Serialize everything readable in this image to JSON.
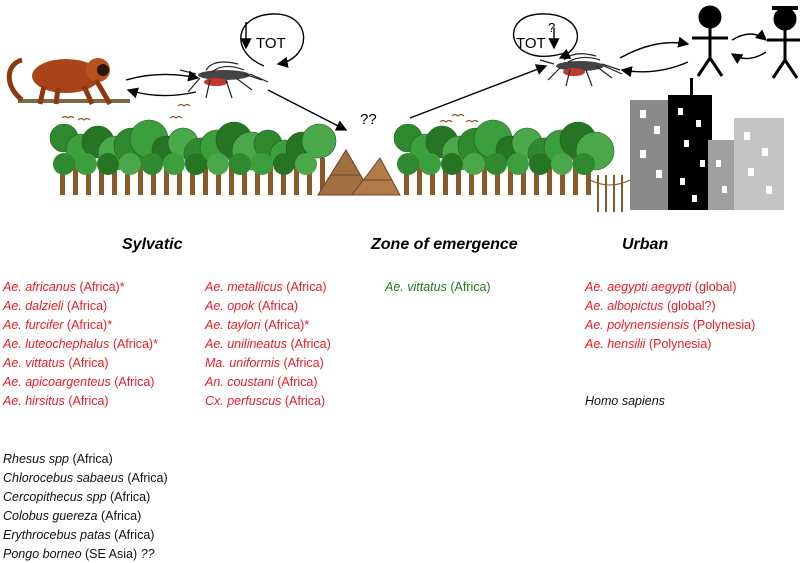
{
  "diagram": {
    "labels": {
      "tot_left": "TOT",
      "tot_right": "TOT",
      "question_right": "?",
      "unknown_link": "??"
    },
    "headers": {
      "sylvatic": "Sylvatic",
      "emergence": "Zone of emergence",
      "urban": "Urban"
    },
    "sylvatic_vectors_col1": [
      {
        "species": "Ae. africanus",
        "region": " (Africa)*"
      },
      {
        "species": "Ae. dalzieli",
        "region": " (Africa)"
      },
      {
        "species": "Ae. furcifer",
        "region": " (Africa)*"
      },
      {
        "species": "Ae. luteochephalus",
        "region": " (Africa)*"
      },
      {
        "species": "Ae. vittatus",
        "region": " (Africa)"
      },
      {
        "species": "Ae. apicoargenteus",
        "region": " (Africa)"
      },
      {
        "species": "Ae. hirsitus",
        "region": " (Africa)"
      }
    ],
    "sylvatic_vectors_col2": [
      {
        "species": "Ae. metallicus",
        "region": " (Africa)"
      },
      {
        "species": "Ae. opok",
        "region": " (Africa)"
      },
      {
        "species": "Ae. taylori",
        "region": " (Africa)*"
      },
      {
        "species": "Ae. unilineatus",
        "region": " (Africa)"
      },
      {
        "species": "Ma. uniformis",
        "region": " (Africa)"
      },
      {
        "species": "An. coustani",
        "region": " (Africa)"
      },
      {
        "species": "Cx. perfuscus",
        "region": " (Africa)"
      }
    ],
    "emergence_vectors": [
      {
        "species": "Ae. vittatus",
        "region": " (Africa)"
      }
    ],
    "urban_vectors": [
      {
        "species": "Ae. aegypti aegypti",
        "region": " (global)"
      },
      {
        "species": "Ae. albopictus",
        "region": " (global?)"
      },
      {
        "species": "Ae. polynensiensis",
        "region": " (Polynesia)"
      },
      {
        "species": "Ae. hensilii",
        "region": " (Polynesia)"
      }
    ],
    "urban_host": {
      "species": "Homo sapiens"
    },
    "sylvatic_hosts": [
      {
        "species": "Rhesus spp",
        "region": " (Africa)"
      },
      {
        "species": "Chlorocebus sabaeus",
        "region": " (Africa)"
      },
      {
        "species": "Cercopithecus spp",
        "region": " (Africa)"
      },
      {
        "species": "Colobus guereza",
        "region": " (Africa)"
      },
      {
        "species": "Erythrocebus patas",
        "region": " (Africa)"
      },
      {
        "species": "Pongo borneo",
        "region": " (SE Asia) ",
        "note": "??"
      }
    ],
    "colors": {
      "vector": "#ee1d23",
      "emergence": "#1e7d1e",
      "host": "#111111",
      "tree": "#2f8a2f",
      "trunk": "#8b5a2b"
    }
  }
}
